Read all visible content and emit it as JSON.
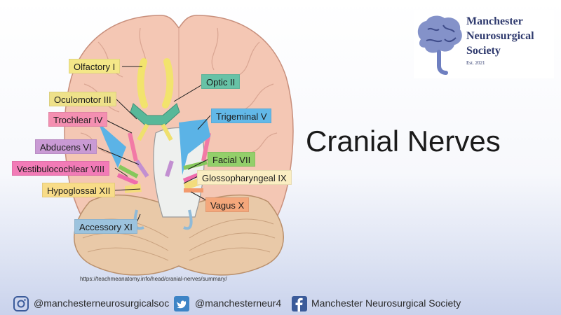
{
  "slide": {
    "title": "Cranial Nerves",
    "source_url": "https://teachmeanatomy.info/head/cranial-nerves/summary/"
  },
  "logo": {
    "lines": [
      "Manchester",
      "Neurosurgical",
      "Society"
    ],
    "est": "Est. 2021",
    "color": "#2f3a6e",
    "icon": "brain-head-icon"
  },
  "diagram": {
    "labels": [
      {
        "text": "Olfactory I",
        "color": "#f4e788"
      },
      {
        "text": "Optic II",
        "color": "#67c2a6"
      },
      {
        "text": "Oculomotor III",
        "color": "#eee18a"
      },
      {
        "text": "Trochlear IV",
        "color": "#f48fb1"
      },
      {
        "text": "Trigeminal V",
        "color": "#62b8e8"
      },
      {
        "text": "Abducens VI",
        "color": "#c99ad4"
      },
      {
        "text": "Facial VII",
        "color": "#93cf6a"
      },
      {
        "text": "Vestibulocochlear VIII",
        "color": "#f27bb7"
      },
      {
        "text": "Glossopharyngeal IX",
        "color": "#fbeec2"
      },
      {
        "text": "Hypoglossal XII",
        "color": "#f8dc88"
      },
      {
        "text": "Vagus X",
        "color": "#f4a77b"
      },
      {
        "text": "Accessory XI",
        "color": "#9cc3de"
      }
    ]
  },
  "footer": {
    "instagram": {
      "icon": "instagram-icon",
      "handle": "@manchesterneurosurgicalsoc"
    },
    "twitter": {
      "icon": "twitter-icon",
      "handle": "@manchesterneur4"
    },
    "facebook": {
      "icon": "facebook-icon",
      "handle": "Manchester Neurosurgical Society"
    }
  }
}
